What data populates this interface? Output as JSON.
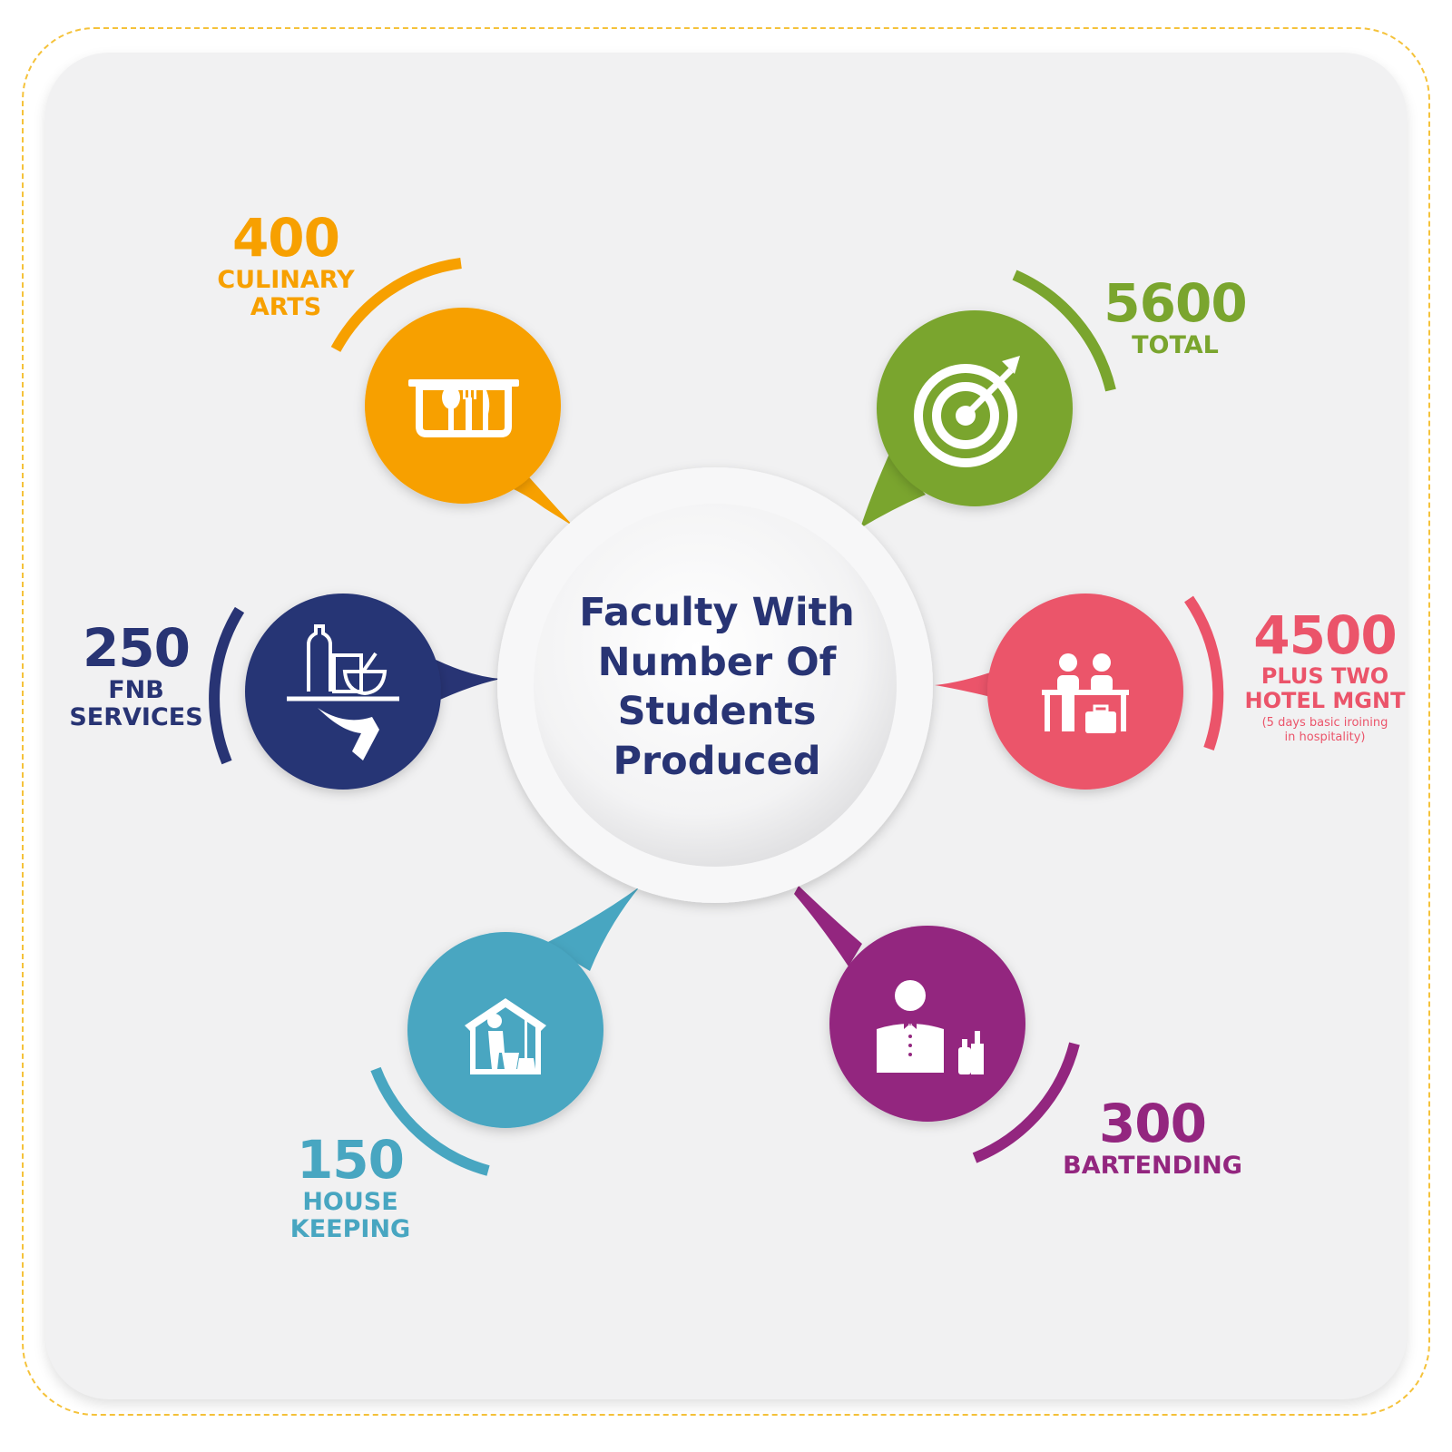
{
  "center": {
    "line1": "Faculty With",
    "line2": "Number Of",
    "line3": "Students",
    "line4": "Produced"
  },
  "items": [
    {
      "id": "culinary",
      "number": "400",
      "label_line1": "CULINARY",
      "label_line2": "ARTS",
      "color": "#f7a000",
      "icon": "cooking-pot-utensils-icon"
    },
    {
      "id": "total",
      "number": "5600",
      "label_line1": "TOTAL",
      "color": "#7aa52e",
      "icon": "target-arrow-icon"
    },
    {
      "id": "fnb",
      "number": "250",
      "label_line1": "FNB",
      "label_line2": "SERVICES",
      "color": "#283474",
      "icon": "serving-tray-icon"
    },
    {
      "id": "hotel",
      "number": "4500",
      "label_line1": "PLUS TWO",
      "label_line2": "HOTEL MGNT",
      "note_line1": "(5 days basic iroining",
      "note_line2": "in hospitality)",
      "color": "#eb546a",
      "icon": "reception-desk-icon"
    },
    {
      "id": "house",
      "number": "150",
      "label_line1": "HOUSE",
      "label_line2": "KEEPING",
      "color": "#48a6c1",
      "icon": "house-cleaning-icon"
    },
    {
      "id": "bar",
      "number": "300",
      "label_line1": "BARTENDING",
      "color": "#93267f",
      "icon": "bartender-icon"
    }
  ]
}
